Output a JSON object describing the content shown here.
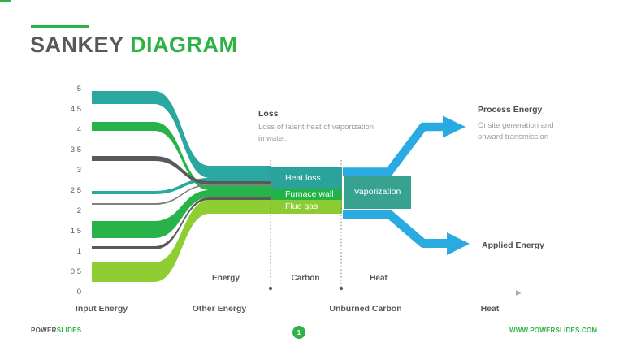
{
  "header": {
    "title_primary": "SANKEY",
    "title_secondary": "DIAGRAM"
  },
  "annotations": {
    "loss_title": "Loss",
    "loss_body_line1": "Loss of latent heat of vaporization",
    "loss_body_line2": "in water.",
    "process_title": "Process Energy",
    "process_body_line1": "Onsite generation and",
    "process_body_line2": "onward transmission",
    "applied_title": "Applied Energy"
  },
  "footer": {
    "brand_primary": "POWER",
    "brand_secondary": "SLIDES",
    "page_number": "1",
    "website": "WWW.POWERSLIDES.COM"
  },
  "chart_data": {
    "type": "sankey",
    "title": "Sankey Diagram",
    "y_axis": {
      "min": 0,
      "max": 5,
      "step": 0.5,
      "ticks": [
        "0",
        "0.5",
        "1",
        "1.5",
        "2",
        "2.5",
        "3",
        "3.5",
        "4",
        "4.5",
        "5"
      ]
    },
    "x_stage_labels": [
      "Input Energy",
      "Other Energy",
      "Unburned Carbon",
      "Heat"
    ],
    "segment_labels": [
      "Energy",
      "Carbon",
      "Heat"
    ],
    "colors": {
      "teal": "#2AA79E",
      "green": "#27B34A",
      "light_green": "#8FCE33",
      "dark_gray": "#58595B",
      "thin_gray": "#808080",
      "blue": "#29ABE2"
    },
    "flows": [
      {
        "name": "flue-gas",
        "color": "light_green",
        "in": [
          0.26,
          0.74
        ],
        "mid": [
          1.94,
          2.28
        ]
      },
      {
        "name": "furnace-wall-main",
        "color": "green",
        "in": [
          1.34,
          1.76
        ],
        "mid": [
          2.34,
          2.52
        ]
      },
      {
        "name": "furnace-wall-minor",
        "color": "green",
        "in": [
          3.98,
          4.2
        ],
        "mid": [
          2.52,
          2.63
        ]
      },
      {
        "name": "heat-loss-main",
        "color": "teal",
        "in": [
          4.64,
          4.96
        ],
        "mid": [
          2.82,
          3.12
        ]
      },
      {
        "name": "heat-loss-minor",
        "color": "teal",
        "in": [
          2.42,
          2.5
        ],
        "mid": [
          2.74,
          2.82
        ]
      },
      {
        "name": "unburned-carbon-thin",
        "color": "thin_gray",
        "in": [
          2.16,
          2.2
        ],
        "mid": [
          2.63,
          2.66
        ]
      },
      {
        "name": "unburned-carbon-a",
        "color": "dark_gray",
        "in": [
          3.24,
          3.36
        ],
        "mid": [
          2.66,
          2.74
        ]
      },
      {
        "name": "unburned-carbon-b",
        "color": "dark_gray",
        "in": [
          1.06,
          1.14
        ],
        "mid": [
          2.28,
          2.34
        ]
      }
    ],
    "nodes": [
      {
        "label": "Heat loss",
        "color": "#2AA39B",
        "x": [
          333,
          421
        ],
        "y": [
          2.56,
          3.08
        ]
      },
      {
        "label": "Furnace wall",
        "color": "#22B246",
        "x": [
          333,
          421
        ],
        "y": [
          2.28,
          2.56
        ]
      },
      {
        "label": "Flue gas",
        "color": "#8CCB32",
        "x": [
          333,
          421
        ],
        "y": [
          1.94,
          2.28
        ]
      },
      {
        "label": "Vaporization",
        "color": "#38A291",
        "x": [
          423,
          506
        ],
        "y": [
          2.06,
          2.88
        ]
      }
    ],
    "separator_lines_x": [
      333,
      420
    ]
  }
}
